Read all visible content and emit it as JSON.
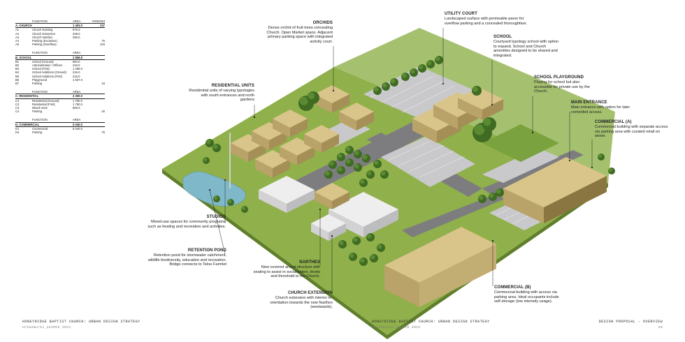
{
  "schedule": {
    "header": {
      "col0": "",
      "col1": "FUNCTION",
      "col2": "AREA",
      "col3": "PARKING"
    },
    "groups": [
      {
        "title": {
          "code": "A. CHURCH",
          "area": "1 453.0",
          "parking": "237"
        },
        "rows": [
          {
            "code": "A1",
            "function": "Church Existing",
            "area": "875.0",
            "parking": ""
          },
          {
            "code": "A2",
            "function": "Church Extension",
            "area": "328.0",
            "parking": ""
          },
          {
            "code": "A3",
            "function": "Church Narthex",
            "area": "250.0",
            "parking": ""
          },
          {
            "code": "A4",
            "function": "Parking (Exclusive)",
            "area": "",
            "parking": "76"
          },
          {
            "code": "A5",
            "function": "Parking (Overflow)",
            "area": "",
            "parking": "103"
          }
        ]
      },
      {
        "header": {
          "col1": "FUNCTION",
          "col2": "AREA"
        },
        "title": {
          "code": "B. SCHOOL",
          "area": "2 868.8",
          "parking": ""
        },
        "rows": [
          {
            "code": "B1",
            "function": "School (Ground)",
            "area": "864.0",
            "parking": ""
          },
          {
            "code": "B2",
            "function": "Administration / Offices",
            "area": "216.0",
            "parking": ""
          },
          {
            "code": "B3",
            "function": "School (First)",
            "area": "1 296.0",
            "parking": ""
          },
          {
            "code": "B4",
            "function": "School Adultions (Ground)",
            "area": "216.0",
            "parking": ""
          },
          {
            "code": "B5",
            "function": "School Adultions (First)",
            "area": "216.0",
            "parking": ""
          },
          {
            "code": "B6",
            "function": "Playground",
            "area": "1 637.0",
            "parking": ""
          },
          {
            "code": "B7",
            "function": "Parking",
            "area": "",
            "parking": "43"
          }
        ]
      },
      {
        "header": {
          "col1": "FUNCTION",
          "col2": "AREA"
        },
        "title": {
          "code": "C. RESIDENTIAL",
          "area": "4 300.0",
          "parking": ""
        },
        "rows": [
          {
            "code": "C1",
            "function": "Residential (Ground)",
            "area": "1 750.0",
            "parking": ""
          },
          {
            "code": "C2",
            "function": "Residential (First)",
            "area": "1 750.0",
            "parking": ""
          },
          {
            "code": "C3",
            "function": "Mixed Uses",
            "area": "800.0",
            "parking": ""
          },
          {
            "code": "C4",
            "function": "Parking",
            "area": "",
            "parking": "40"
          }
        ]
      },
      {
        "header": {
          "col1": "FUNCTION",
          "col2": "AREA"
        },
        "title": {
          "code": "D. COMMERCIAL",
          "area": "5 040.0",
          "parking": ""
        },
        "rows": [
          {
            "code": "D1",
            "function": "Commercial",
            "area": "5 040.0",
            "parking": ""
          },
          {
            "code": "D4",
            "function": "Parking",
            "area": "",
            "parking": "75"
          }
        ]
      }
    ]
  },
  "callouts": {
    "orchids": {
      "title": "ORCHIDS",
      "body": "Dense orchid of fruit trees concealing Church. Open Market space. Adjacent primary parking space with integrated activity court."
    },
    "utility_court": {
      "title": "UTILITY COURT",
      "body": "Landscaped surface with permeable paver for overflow parking and a concealed thoroughfare."
    },
    "school": {
      "title": "SCHOOL",
      "body": "Courtyard typology school with option to expand. School and Church amenities designed to be shared and integrated."
    },
    "residential_units": {
      "title": "RESIDENTIAL UNITS",
      "body": "Residential units of varying typologies with south entrances and north gardens"
    },
    "school_playground": {
      "title": "SCHOOL PLAYGROUND",
      "body": "Playing for school but also accessible for private use by the Church."
    },
    "main_entrance": {
      "title": "MAIN ENTRANCE",
      "body": "Main entrance with option for later controlled access."
    },
    "commercial_a": {
      "title": "COMMERCIAL (A)",
      "body": "Commercial building with separate access via parking area with curated retail on street."
    },
    "studios": {
      "title": "STUDIOS",
      "body": "Mixed-use spaces for community programs such as healing and recreation and activities."
    },
    "retention_pond": {
      "title": "RETENTION POND",
      "body": "Retention pond for stormwater catchment, wildlife biodiversity, education and recreation. Bridge connects to Teloe Farmlet"
    },
    "narthex": {
      "title": "NARTHEX",
      "body": "New covered arrival structure with seating to assist in socialisation, levels and threshold to the Church."
    },
    "church_extension": {
      "title": "CHURCH EXTENSION",
      "body": "Church extension with interior re-orientation towards the new Narthex (westwards)."
    },
    "commercial_b": {
      "title": "COMMERCIAL (B)",
      "body": "Commercial building with access via parking area. Ideal occupants include self-storage (low intensity usage)."
    }
  },
  "footer": {
    "left_title": "HONEYRIDGE BAPTIST CHURCH: URBAN DESIGN STRATEGY",
    "left_sub": "UrbanWorks_322MCD 2023",
    "mid_title": "HONEYRIDGE BAPTIST CHURCH: URBAN DESIGN STRATEGY",
    "mid_sub": "UrbanWorks_322MCD 2023",
    "right_title": "DESIGN PROPOSAL - OVERVIEW",
    "page_number": "20"
  },
  "colors": {
    "grass": "#8fb04a",
    "grass_dark": "#6f9234",
    "roof": "#d9c48a",
    "wall": "#b9a368",
    "road": "#7d7d80",
    "parking": "#c9c9cb",
    "tree": "#3f6b22",
    "water": "#7fb9c9",
    "white_building": "#eeeeef"
  }
}
